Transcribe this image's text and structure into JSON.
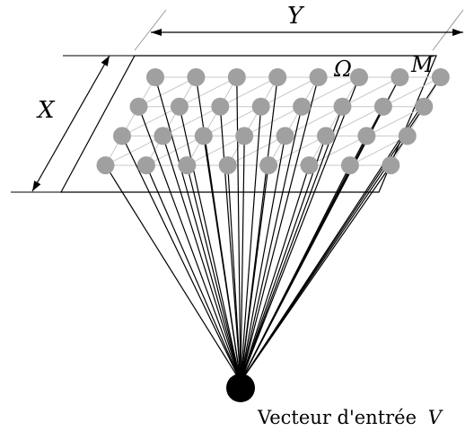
{
  "labels": {
    "x_dimension": "X",
    "y_dimension": "Y",
    "omega": "Ω",
    "map": "M",
    "input_vector_caption": "Vecteur d'entrée",
    "input_vector_symbol": "V"
  },
  "grid": {
    "rows": 4,
    "columns": 8,
    "neuron_color": "#a0a0a0",
    "mesh_color": "#c8c8c8"
  },
  "input_node_color": "#000000"
}
